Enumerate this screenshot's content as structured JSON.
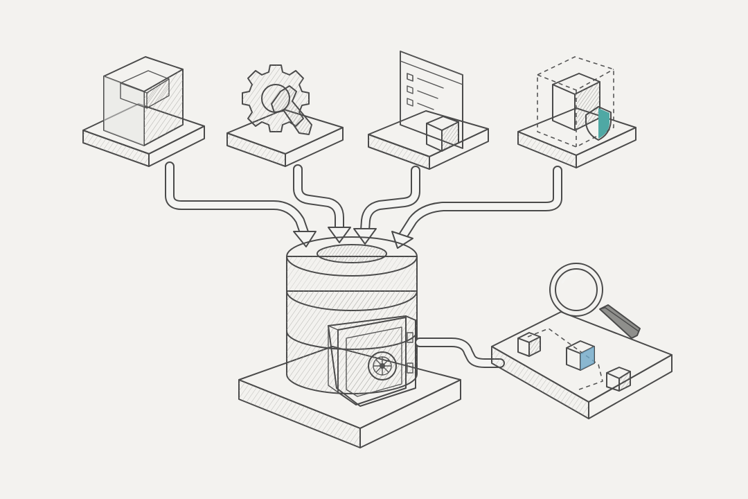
{
  "colors": {
    "background": "#f3f2ef",
    "ink": "#4a4a4a",
    "light_face": "#f4f4f2",
    "mid_face": "#d9d9d6",
    "dark_face": "#b9b9b6",
    "accent_teal": "#6fc3bf",
    "accent_blue": "#9cc9e0",
    "lens_blue": "#bcd8ea"
  },
  "diagram": {
    "sources": [
      {
        "name": "source-package",
        "icon": "package-box-icon"
      },
      {
        "name": "source-config",
        "icon": "gear-wrench-icon"
      },
      {
        "name": "source-app",
        "icon": "app-window-checklist-icon"
      },
      {
        "name": "source-secure",
        "icon": "shielded-cube-icon"
      }
    ],
    "hub": {
      "name": "central-storage",
      "icon": "database-cylinder-with-vault-icon"
    },
    "output": {
      "name": "inspection-platform",
      "icon": "magnifier-over-cubes-icon"
    },
    "edges": [
      {
        "from": "source-package",
        "to": "central-storage"
      },
      {
        "from": "source-config",
        "to": "central-storage"
      },
      {
        "from": "source-app",
        "to": "central-storage"
      },
      {
        "from": "source-secure",
        "to": "central-storage"
      },
      {
        "from": "central-storage",
        "to": "inspection-platform"
      }
    ]
  }
}
